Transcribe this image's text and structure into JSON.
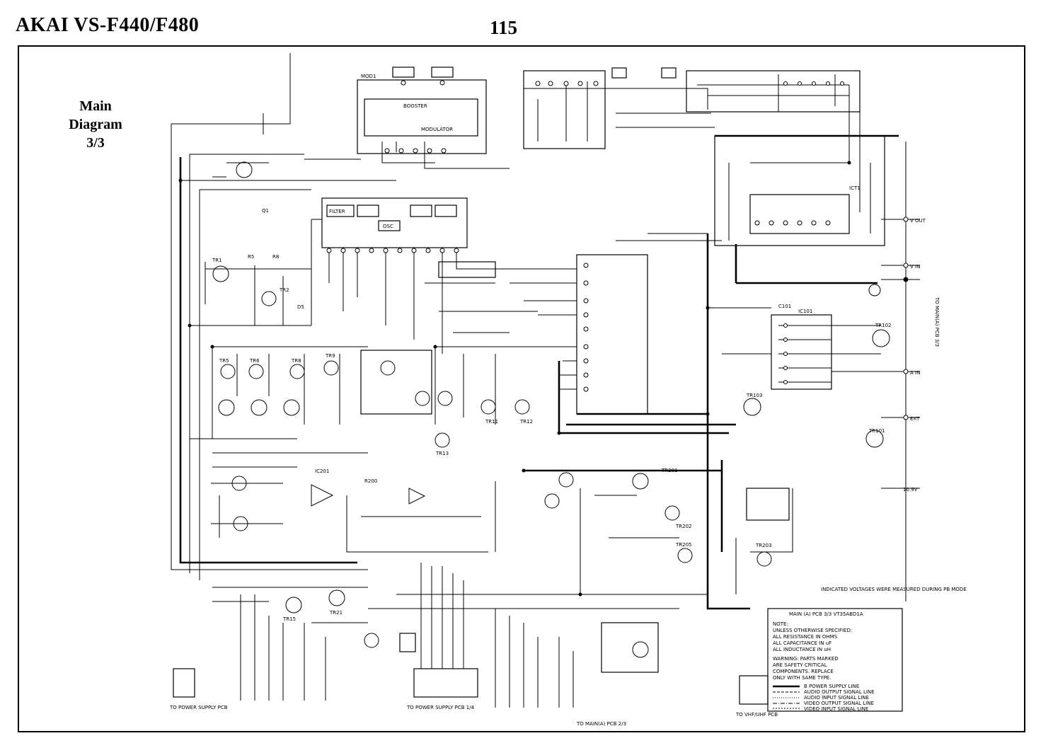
{
  "header": {
    "title": "AKAI  VS-F440/F480",
    "page_number": "115"
  },
  "caption": {
    "line1": "Main",
    "line2": "Diagram",
    "line3": "3/3"
  },
  "labels": {
    "mod": "MOD1",
    "booster": "BOOSTER",
    "modulator": "MODULATOR",
    "filter": "FILTER",
    "osc": "OSC",
    "v_out": "V OUT",
    "v_in": "V IN",
    "a_in": "A IN",
    "ext": "EXT",
    "volt_10_9": "10.9V",
    "to_main": "TO MAIN(A) PCB 3/3",
    "to_power": "TO POWER SUPPLY PCB",
    "to_main_bottom": "TO MAIN(A) PCB 2/3",
    "to_vhf": "TO VHF/UHF PCB",
    "to_power_supply": "TO POWER SUPPLY PCB 1/4",
    "to_main_right": "TO MAIN(A) PCB",
    "ic_tuner": "ICT1",
    "legend_title": "MAIN (A) PCB 3/3  VT35ABD1A",
    "legend_lines": [
      "B POWER SUPPLY LINE",
      "AUDIO OUTPUT SIGNAL LINE",
      "AUDIO INPUT SIGNAL LINE",
      "VIDEO OUTPUT SIGNAL LINE",
      "VIDEO INPUT SIGNAL LINE"
    ],
    "note_lines": [
      "NOTE:",
      "UNLESS OTHERWISE SPECIFIED:",
      "ALL RESISTANCE IN OHMS",
      "ALL CAPACITANCE IN uF",
      "ALL INDUCTANCE IN uH"
    ],
    "warning_lines": [
      "WARNING: PARTS MARKED",
      "ARE SAFETY CRITICAL",
      "COMPONENTS. REPLACE",
      "ONLY WITH SAME TYPE."
    ],
    "mode_note": "INDICATED VOLTAGES WERE MEASURED DURING PB MODE"
  },
  "component_refs": [
    "TR1",
    "TR2",
    "TR5",
    "TR6",
    "TR8",
    "TR9",
    "TR11",
    "TR12",
    "TR13",
    "TR15",
    "TR21",
    "TR101",
    "TR102",
    "TR103",
    "TR201",
    "TR202",
    "TR203",
    "TR205",
    "IC201",
    "IC101",
    "D5",
    "Q1",
    "R5",
    "R8",
    "R200",
    "C101"
  ]
}
